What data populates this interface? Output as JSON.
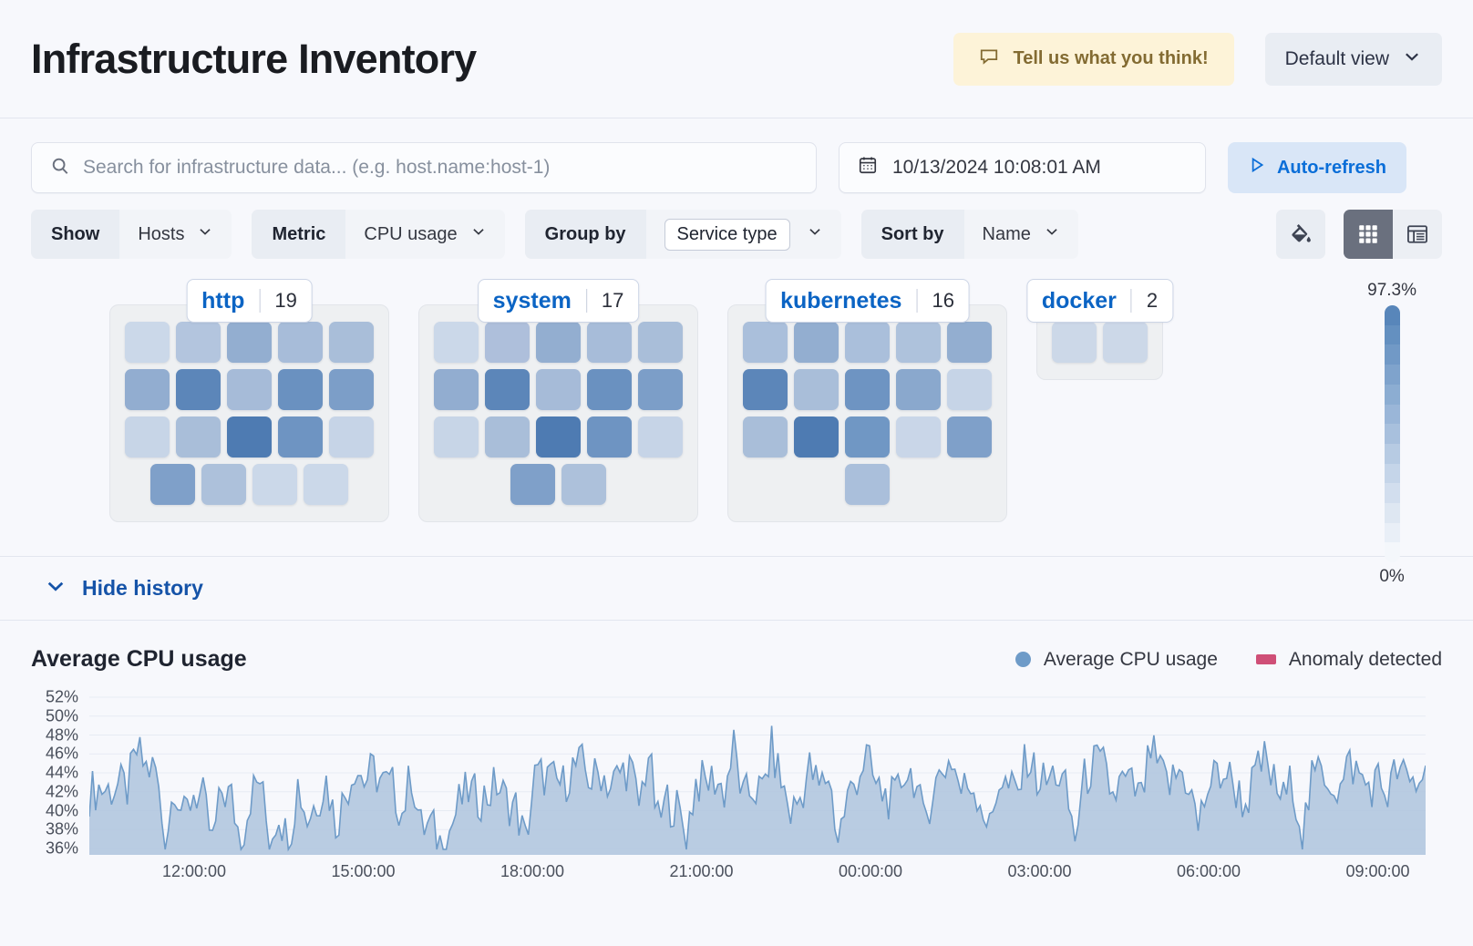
{
  "header": {
    "title": "Infrastructure Inventory",
    "feedback_label": "Tell us what you think!",
    "feedback_icon": "comment-icon",
    "view_label": "Default view",
    "view_icon": "chevron-down-icon"
  },
  "toolbar": {
    "search_placeholder": "Search for infrastructure data... (e.g. host.name:host-1)",
    "search_value": "",
    "search_icon": "search-icon",
    "date_value": "10/13/2024 10:08:01 AM",
    "date_icon": "calendar-icon",
    "refresh_label": "Auto-refresh",
    "refresh_icon": "play-icon",
    "filters": [
      {
        "label": "Show",
        "value": "Hosts",
        "boxed": false
      },
      {
        "label": "Metric",
        "value": "CPU usage",
        "boxed": false
      },
      {
        "label": "Group by",
        "value": "Service type",
        "boxed": true
      },
      {
        "label": "Sort by",
        "value": "Name",
        "boxed": false
      }
    ],
    "fill_icon": "paint-bucket-icon",
    "view_grid_icon": "grid-view-icon",
    "view_table_icon": "table-view-icon",
    "active_view": "grid"
  },
  "waffle": {
    "groups": [
      {
        "name": "http",
        "count": 19,
        "rows": [
          [
            "#cbd8e9",
            "#b3c5de",
            "#93aed0",
            "#a7bcd9",
            "#a9bed9"
          ],
          [
            "#92add0",
            "#5c86b9",
            "#a6bbd8",
            "#6a91c0",
            "#7c9ec8"
          ],
          [
            "#c7d5e7",
            "#a9bed9",
            "#4e7bb2",
            "#6e94c2",
            "#c6d4e7"
          ],
          [
            "#7fa0c9",
            "#adc1db",
            "#cbd8e9",
            "#cbd8e9"
          ]
        ]
      },
      {
        "name": "system",
        "count": 17,
        "rows": [
          [
            "#cbd8e9",
            "#aebfdb",
            "#93aed0",
            "#a7bcd9",
            "#a9bed9"
          ],
          [
            "#92add0",
            "#5c86b9",
            "#a6bbd8",
            "#6a91c0",
            "#7c9ec8"
          ],
          [
            "#c7d5e7",
            "#a9bed9",
            "#4e7bb2",
            "#6e94c2",
            "#c6d4e7"
          ],
          [
            "#7fa0c9",
            "#adc1db"
          ]
        ]
      },
      {
        "name": "kubernetes",
        "count": 16,
        "rows": [
          [
            "#aabfdb",
            "#93aed0",
            "#aabfdb",
            "#aec2dc",
            "#93aed0"
          ],
          [
            "#5c86b9",
            "#a9bed9",
            "#6e94c2",
            "#8aa8cd",
            "#c6d4e7"
          ],
          [
            "#a9bed9",
            "#4e7bb2",
            "#7097c4",
            "#c9d6e8",
            "#7fa0c9"
          ],
          [
            "#aabfdb"
          ]
        ]
      },
      {
        "name": "docker",
        "count": 2,
        "rows": [
          [
            "#ccd8e8",
            "#ccd8e8"
          ]
        ]
      }
    ],
    "legend": {
      "max_label": "97.3%",
      "min_label": "0%",
      "bands": [
        "#f4f7fb",
        "#e9eff7",
        "#dee7f2",
        "#d2deee",
        "#c5d5e9",
        "#b7cbe3",
        "#a8c0dd",
        "#9ab6d8",
        "#8cadd2",
        "#7fa3cc",
        "#7199c6",
        "#6490c0",
        "#5886ba"
      ]
    }
  },
  "history": {
    "toggle_label": "Hide history",
    "toggle_icon": "chevron-down-icon"
  },
  "chart_data": {
    "type": "area",
    "title": "Average CPU usage",
    "xlabel": "",
    "ylabel": "",
    "grid": true,
    "legend_position": "top-right",
    "legend": [
      {
        "name": "Average CPU usage",
        "color": "#6e9bc8",
        "marker": "dot"
      },
      {
        "name": "Anomaly detected",
        "color": "#cf4f77",
        "marker": "rect"
      }
    ],
    "ytick_labels": [
      "52%",
      "50%",
      "48%",
      "46%",
      "44%",
      "42%",
      "40%",
      "38%",
      "36%"
    ],
    "ylim": [
      35,
      53
    ],
    "xtick_labels": [
      "12:00:00",
      "15:00:00",
      "18:00:00",
      "21:00:00",
      "00:00:00",
      "03:00:00",
      "06:00:00",
      "09:00:00"
    ],
    "series": [
      {
        "name": "Average CPU usage",
        "color": "#6e9bc8",
        "values": [
          41.8,
          42.4,
          42.1,
          42.6,
          42.2,
          46.3,
          44.5,
          44.3,
          36.2,
          43.1,
          38.9,
          42.0,
          41.0,
          36.3,
          42.0,
          41.2,
          36.4,
          41.5,
          43.3,
          36.6,
          40.0,
          36.1,
          42.8,
          39.0,
          41.0,
          43.2,
          38.5,
          41.6,
          44.9,
          43.2,
          44.2,
          42.8,
          42.4,
          39.6,
          44.0,
          37.9,
          38.2,
          36.4,
          37.6,
          40.6,
          42.0,
          41.2,
          41.5,
          42.8,
          40.9,
          40.2,
          36.5,
          43.4,
          43.7,
          43.0,
          42.7,
          44.6,
          44.8,
          43.1,
          44.2,
          42.5,
          44.0,
          44.7,
          40.4,
          46.2,
          38.4,
          41.0,
          40.0,
          37.2,
          43.0,
          42.9,
          43.4,
          41.9,
          46.8,
          41.0,
          42.3,
          41.8,
          46.6,
          43.1,
          39.5,
          41.3,
          44.5,
          42.3,
          43.9,
          36.8,
          41.2,
          43.6,
          45.8,
          42.4,
          41.5,
          40.8,
          44.3,
          43.7,
          38.5,
          42.1,
          44.4,
          45.5,
          42.0,
          43.0,
          41.2,
          37.6,
          43.5,
          42.2,
          41.8,
          46.0,
          43.4,
          42.9,
          44.1,
          42.0,
          36.9,
          43.2,
          45.0,
          44.6,
          41.4,
          43.0,
          42.5,
          41.0,
          46.5,
          43.9,
          42.6,
          44.2,
          43.0,
          38.0,
          42.4,
          43.8,
          44.0,
          42.2,
          40.5,
          43.5,
          45.4,
          42.8,
          41.0,
          43.3,
          37.2,
          42.9,
          44.6,
          43.2,
          42.0,
          45.2,
          43.6,
          42.5,
          43.1,
          41.8,
          44.4,
          43.0,
          42.7,
          44.8
        ]
      }
    ]
  }
}
